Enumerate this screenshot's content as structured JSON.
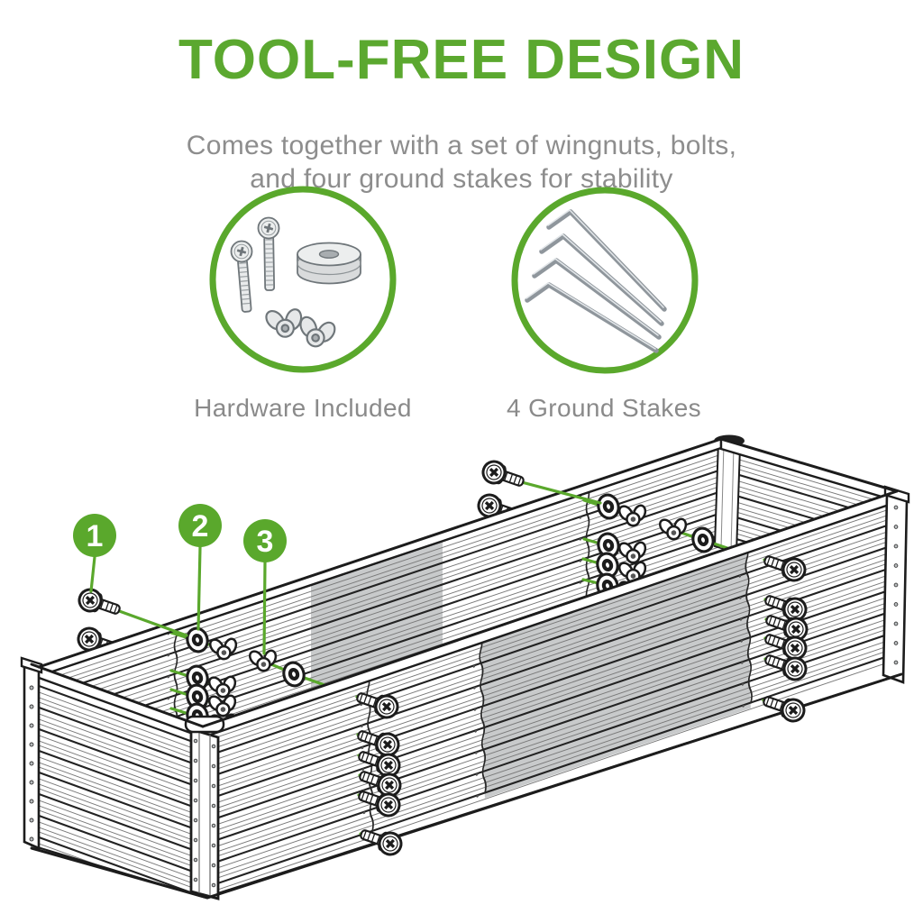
{
  "header": {
    "title": "TOOL-FREE DESIGN",
    "subtitle_line1": "Comes together with a set of wingnuts, bolts,",
    "subtitle_line2": "and four ground stakes for stability"
  },
  "features": [
    {
      "icon": "hardware-bolts-washers-wingnuts-icon",
      "caption": "Hardware Included"
    },
    {
      "icon": "ground-stakes-icon",
      "caption": "4 Ground Stakes"
    }
  ],
  "diagram": {
    "subject": "exploded-assembly-of-corrugated-raised-garden-bed",
    "callouts": [
      {
        "number": "1",
        "part": "bolt"
      },
      {
        "number": "2",
        "part": "washer"
      },
      {
        "number": "3",
        "part": "wingnut"
      }
    ]
  },
  "colors": {
    "accent_green": "#5BA82F",
    "text_gray": "#8A8A8A",
    "line_art": "#1C1C1C",
    "panel_gray": "#C8CACB"
  }
}
